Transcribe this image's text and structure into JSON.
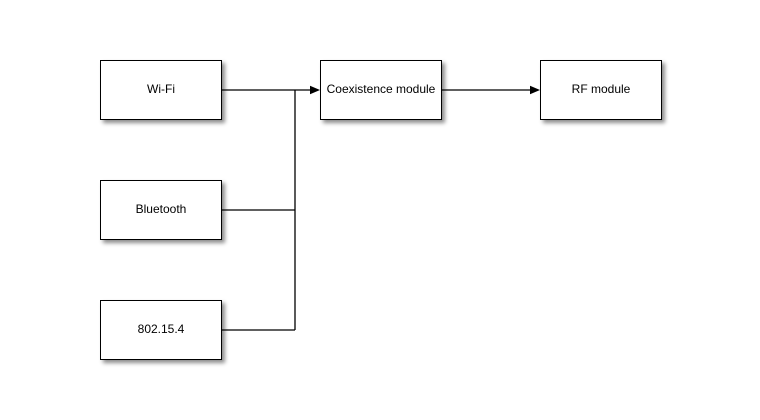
{
  "diagram": {
    "type": "block-diagram",
    "nodes": [
      {
        "id": "wifi",
        "label": "Wi-Fi"
      },
      {
        "id": "bluetooth",
        "label": "Bluetooth"
      },
      {
        "id": "ieee-802-15-4",
        "label": "802.15.4"
      },
      {
        "id": "coexistence-module",
        "label": "Coexistence module"
      },
      {
        "id": "rf-module",
        "label": "RF module"
      }
    ],
    "edges": [
      {
        "from": "Wi-Fi",
        "to": "Coexistence module",
        "arrow": true,
        "route": "direct horizontal"
      },
      {
        "from": "Bluetooth",
        "to": "Coexistence module",
        "arrow": true,
        "route": "joins shared vertical trunk"
      },
      {
        "from": "802.15.4",
        "to": "Coexistence module",
        "arrow": true,
        "route": "joins shared vertical trunk"
      },
      {
        "from": "Coexistence module",
        "to": "RF module",
        "arrow": true,
        "route": "direct horizontal"
      }
    ],
    "colors": {
      "node_fill": "#ffffff",
      "node_border": "#000000",
      "connector": "#000000",
      "text": "#000000",
      "background": "#ffffff",
      "shadow": "rgba(0,0,0,0.45)"
    }
  }
}
